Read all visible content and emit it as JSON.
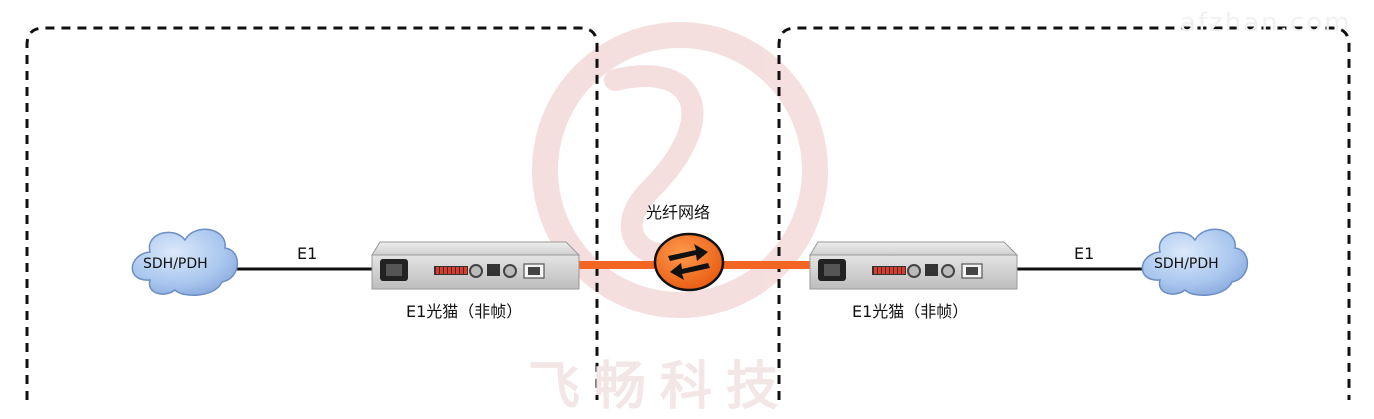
{
  "watermark": {
    "site": "afzhan.com",
    "brand": "飞畅科技"
  },
  "network_label": "光纤网络",
  "left": {
    "cloud_label": "SDH/PDH",
    "link_label": "E1",
    "device_label": "E1光猫（非帧）"
  },
  "right": {
    "cloud_label": "SDH/PDH",
    "link_label": "E1",
    "device_label": "E1光猫（非帧）"
  },
  "colors": {
    "fiber": "#f26522",
    "hub": "#f26522",
    "cloud": "#8fb3e6",
    "device": "#d9d9d9",
    "watermark": "#e8c9c9"
  }
}
